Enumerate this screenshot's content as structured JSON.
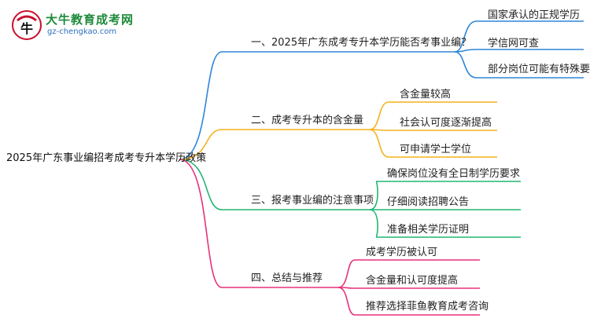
{
  "logo": {
    "title": "大牛教育成考网",
    "url": "gz-chengkao.com"
  },
  "mindmap": {
    "root": "2025年广东事业编招考成考专升本学历政策",
    "branches": [
      {
        "label": "一、2025年广东成考专升本学历能否考事业编？",
        "color": "#2f86d9",
        "children": [
          "国家承认的正规学历",
          "学信网可查",
          "部分岗位可能有特殊要求"
        ]
      },
      {
        "label": "二、成考专升本的含金量",
        "color": "#f2b21b",
        "children": [
          "含金量较高",
          "社会认可度逐渐提高",
          "可申请学士学位"
        ]
      },
      {
        "label": "三、报考事业编的注意事项",
        "color": "#22b573",
        "children": [
          "确保岗位没有全日制学历要求",
          "仔细阅读招聘公告",
          "准备相关学历证明"
        ]
      },
      {
        "label": "四、总结与推荐",
        "color": "#e8307a",
        "children": [
          "成考学历被认可",
          "含金量和认可度提高",
          "推荐选择菲鱼教育成考咨询"
        ]
      }
    ]
  }
}
